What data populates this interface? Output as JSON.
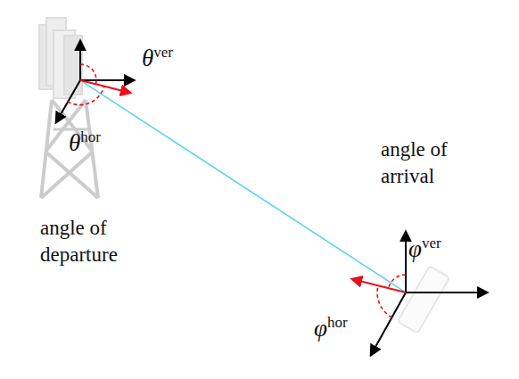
{
  "diagram": {
    "nodes": [
      {
        "text": [
          "angle of departure"
        ]
      },
      {
        "text": [
          "angle of arrival"
        ]
      }
    ],
    "edges": [
      {
        "from": 0,
        "to": 1,
        "arrow": "none"
      }
    ],
    "labels": [
      "θver",
      "θhor",
      "φver",
      "φhor"
    ]
  }
}
